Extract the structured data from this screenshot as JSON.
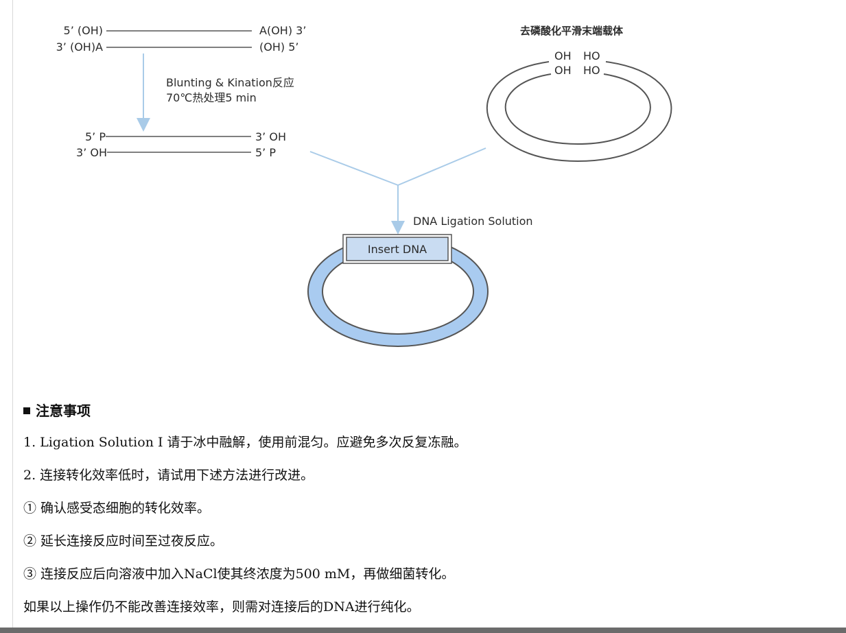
{
  "diagram": {
    "insert_top": {
      "left_labels": [
        "5’ (OH)",
        "3’ (OH)A"
      ],
      "right_labels": [
        "A(OH) 3’",
        "(OH) 5’"
      ]
    },
    "step_label": [
      "Blunting & Kination反应",
      "70℃热处理5 min"
    ],
    "insert_bottom": {
      "left_labels": [
        "5’ P",
        "3’ OH"
      ],
      "right_labels": [
        "3’ OH",
        "5’ P"
      ]
    },
    "vector_label": "去磷酸化平滑末端载体",
    "vector_ends": [
      "OH",
      "HO",
      "OH",
      "HO"
    ],
    "ligation_label": "DNA Ligation Solution",
    "insert_box_label": "Insert DNA",
    "colors": {
      "arrow": "#a9cbe8",
      "ring_fill": "#a9cbf0",
      "box_fill": "#c9dcf2"
    }
  },
  "notes": {
    "title": "注意事项",
    "lines": [
      "1. Ligation Solution I 请于冰中融解，使用前混匀。应避免多次反复冻融。",
      "2. 连接转化效率低时，请试用下述方法进行改进。",
      "① 确认感受态细胞的转化效率。",
      "② 延长连接反应时间至过夜反应。",
      "③ 连接反应后向溶液中加入NaCl使其终浓度为500 mM，再做细菌转化。",
      "如果以上操作仍不能改善连接效率，则需对连接后的DNA进行纯化。"
    ]
  }
}
